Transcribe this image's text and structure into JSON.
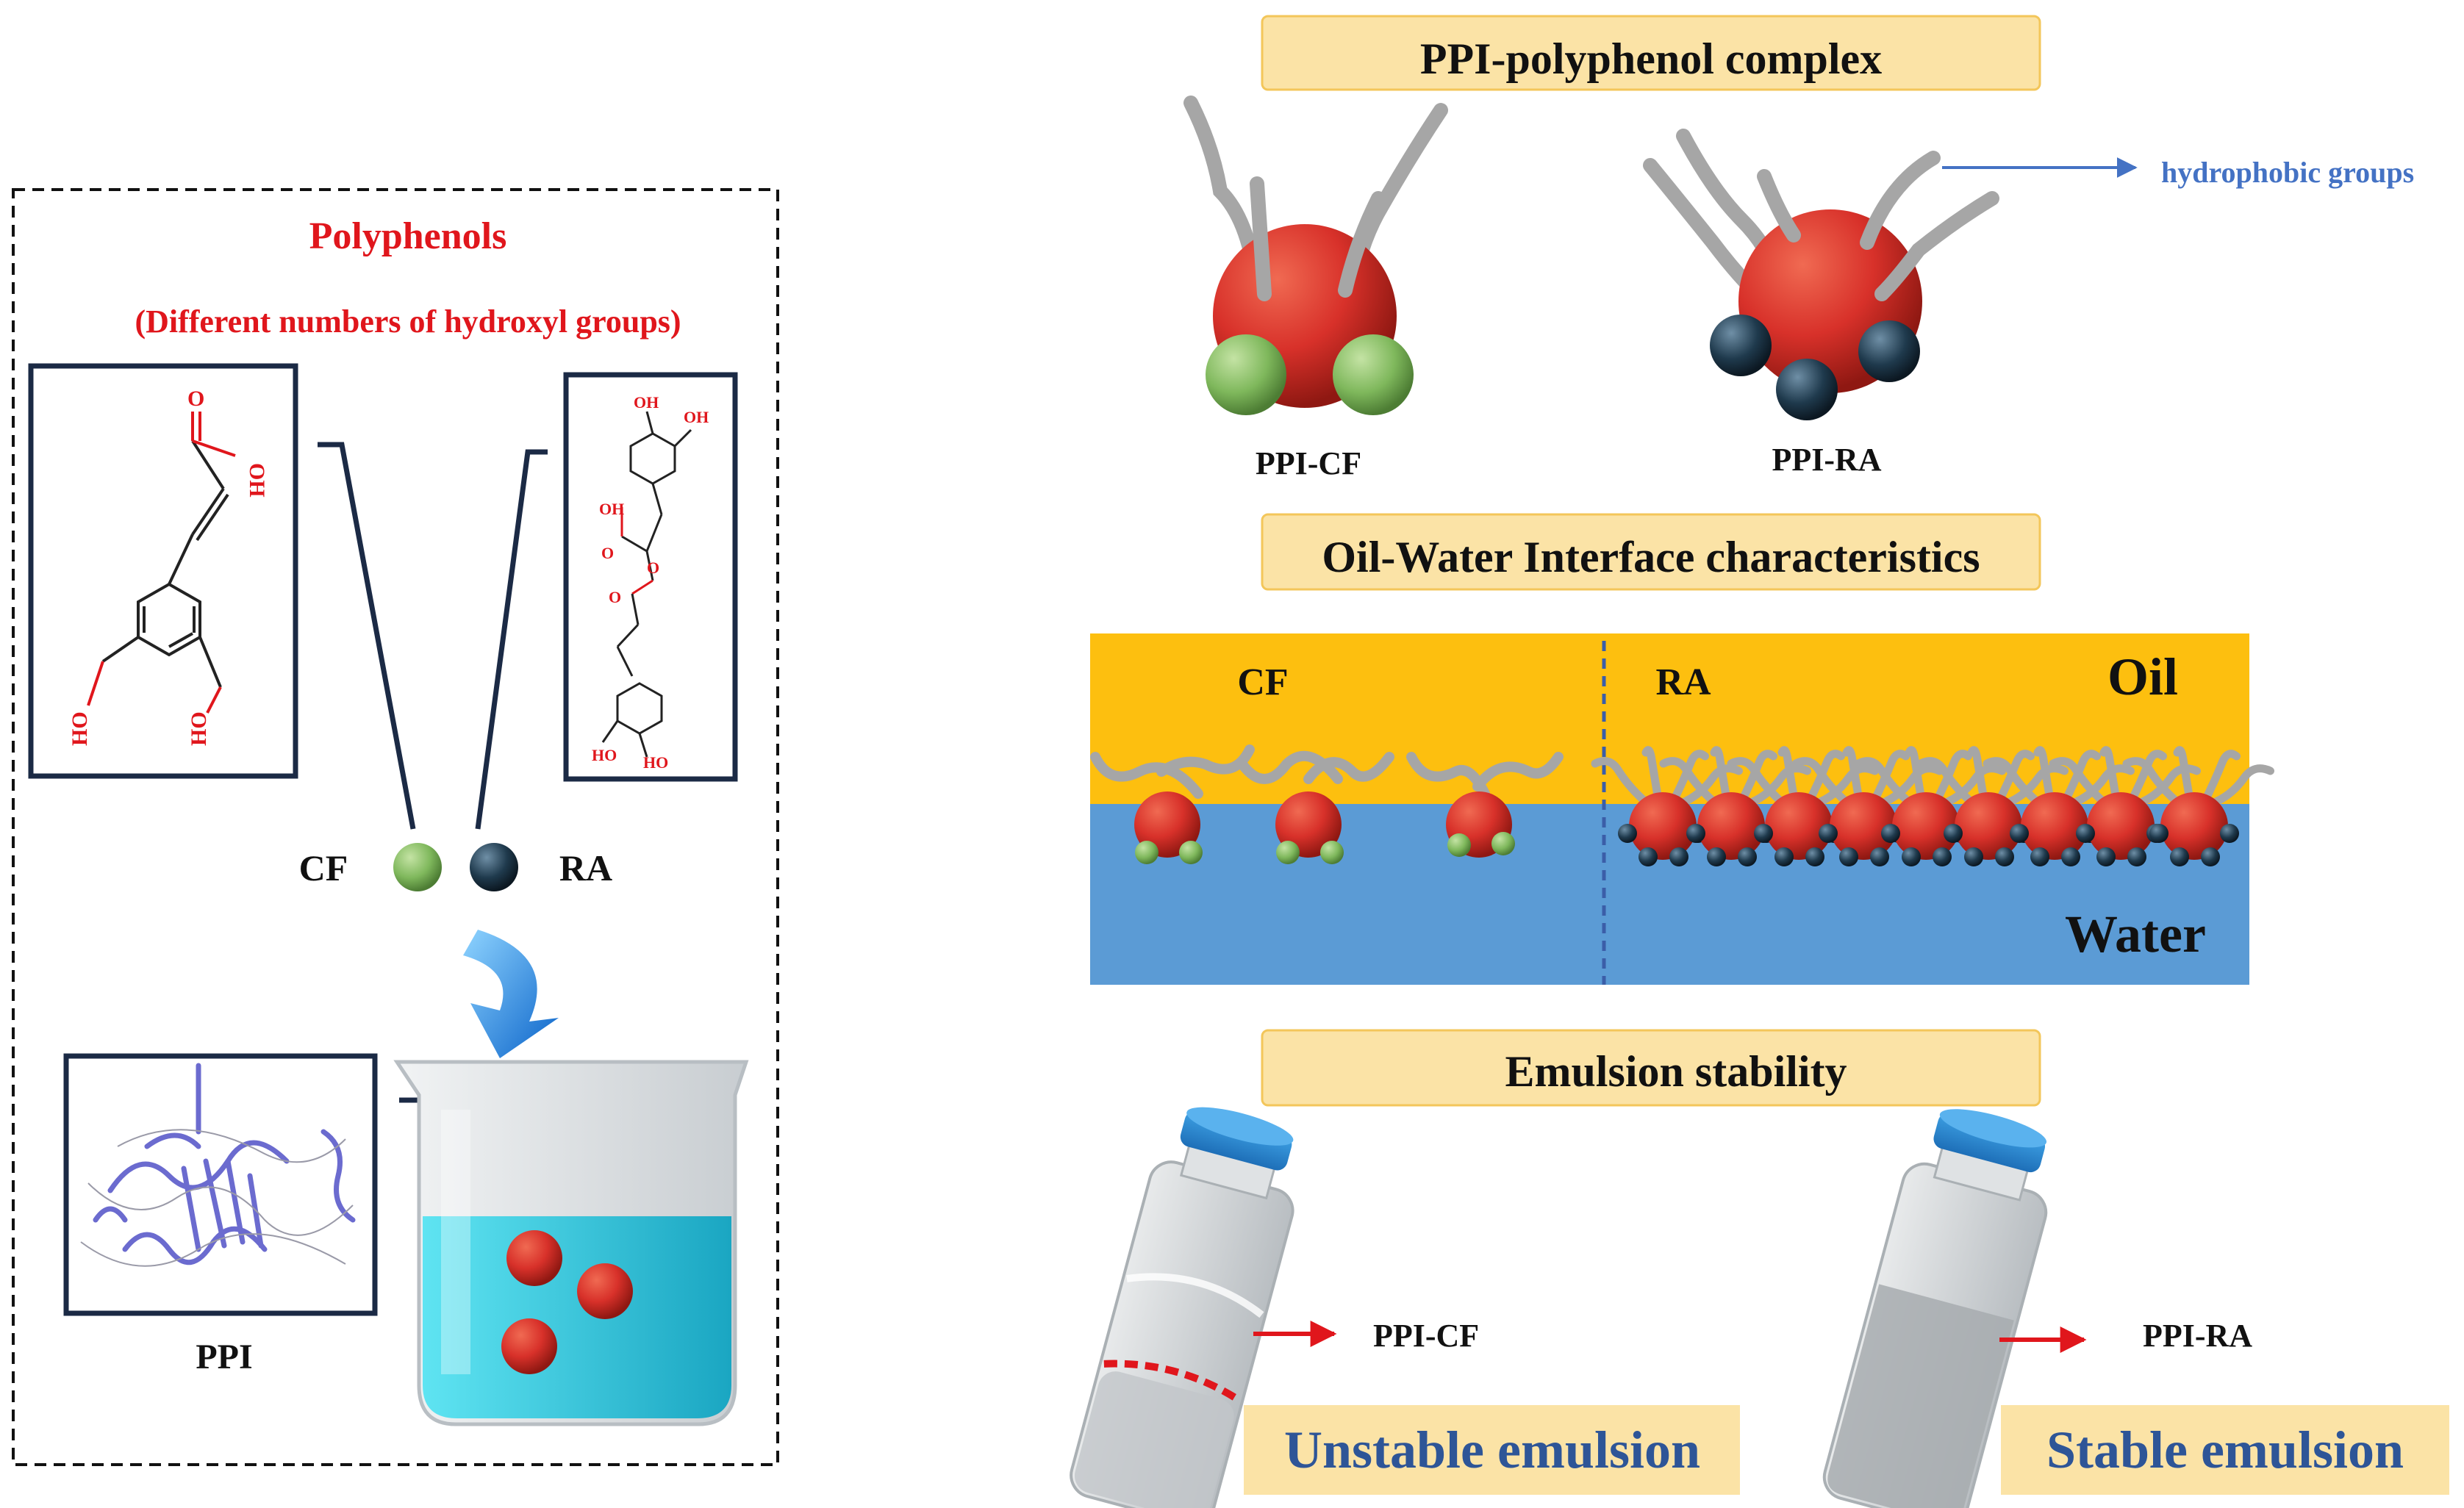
{
  "left_panel": {
    "title": "Polyphenols",
    "subtitle": "(Different numbers of hydroxyl groups)",
    "cf_label": "CF",
    "ra_label": "RA",
    "ppi_label": "PPI",
    "cf_structure": {
      "o": "O",
      "oh": "OH",
      "ho1": "HO",
      "ho2": "HO"
    },
    "ra_structure": {
      "oh_top1": "OH",
      "oh_top2": "OH",
      "o1": "O",
      "oh_side": "OH",
      "o2": "O",
      "o3": "O",
      "ho_bottom1": "HO",
      "ho_bottom2": "HO"
    }
  },
  "complex_section": {
    "title": "PPI-polyphenol complex",
    "ppi_cf_label": "PPI-CF",
    "ppi_ra_label": "PPI-RA",
    "hydrophobic_label": "hydrophobic groups"
  },
  "interface_section": {
    "title": "Oil-Water Interface characteristics",
    "cf_label": "CF",
    "ra_label": "RA",
    "oil_label": "Oil",
    "water_label": "Water"
  },
  "emulsion_section": {
    "title": "Emulsion stability",
    "ppi_cf_label": "PPI-CF",
    "ppi_ra_label": "PPI-RA",
    "unstable_label": "Unstable emulsion",
    "stable_label": "Stable emulsion"
  },
  "colors": {
    "title_red": "#e0161c",
    "banner_fill": "#fbe3a6",
    "banner_stroke": "#f3c65a",
    "oil": "#fdbf0f",
    "water": "#5b9bd5",
    "protein_red": "#d8312a",
    "cf_green": "#7fb85c",
    "ra_dark": "#1f3a4d",
    "arrow_blue": "#4472c4",
    "frame_navy": "#1b2a45",
    "label_blue": "#2e5597"
  }
}
